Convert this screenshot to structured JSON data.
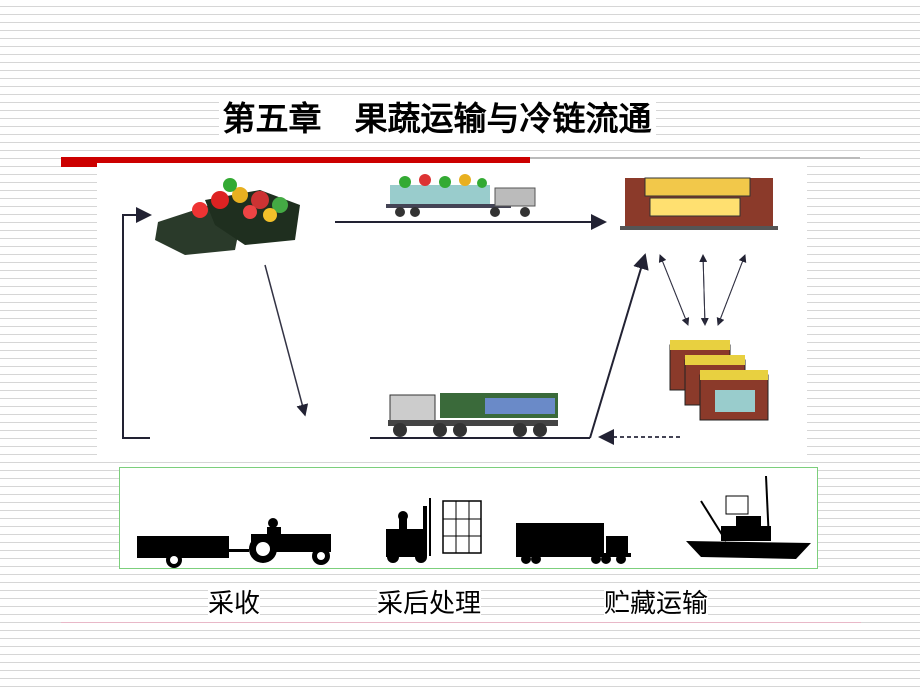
{
  "slide": {
    "title": "第五章　果蔬运输与冷链流通",
    "stages": [
      "采收",
      "采后处理",
      "贮藏运输"
    ],
    "colors": {
      "accent_bar": "#cc0000",
      "box_border": "#7ccf7c"
    }
  }
}
